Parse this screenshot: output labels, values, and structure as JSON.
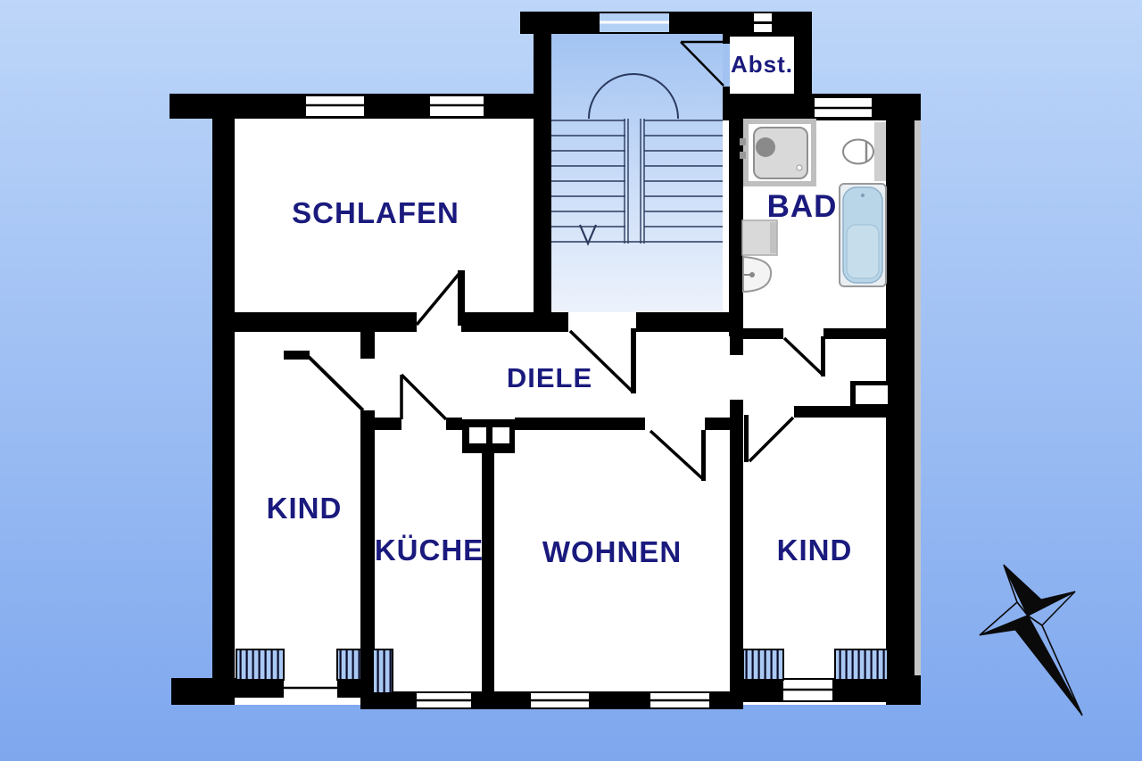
{
  "plan_title": "apartment-floor-plan",
  "rooms": {
    "schlafen": {
      "label": "SCHLAFEN"
    },
    "bad": {
      "label": "BAD"
    },
    "abstellraum": {
      "label": "Abst."
    },
    "diele": {
      "label": "DIELE"
    },
    "kind_left": {
      "label": "KIND"
    },
    "kueche": {
      "label": "KÜCHE"
    },
    "wohnen": {
      "label": "WOHNEN"
    },
    "kind_right": {
      "label": "KIND"
    }
  },
  "fixtures": {
    "shower": "shower",
    "toilet": "toilet",
    "bathtub": "bathtub",
    "sink": "sink",
    "washing_machine": "washing-machine",
    "chimney": "chimney-flue",
    "radiator": "radiator",
    "staircase": "staircase",
    "stairs_direction": "down",
    "compass": "compass-rose"
  },
  "colors": {
    "background_top": "#bdd6f9",
    "background_bottom": "#7ea7ee",
    "wall": "#000000",
    "room_fill": "#ffffff",
    "label_text": "#1a1a7e",
    "stairwell_top": "#a2c3f2",
    "stairwell_bottom": "#eef3fc",
    "window_glass": "#b3d0f5",
    "radiator_fill": "#a9c9f3",
    "bathtub_fill": "#b9d6e9",
    "fixture_gray": "#d9d9d9",
    "stair_line": "#2b3a5e",
    "shadow": "#c6c6c6",
    "compass": "#0a0a0a"
  }
}
